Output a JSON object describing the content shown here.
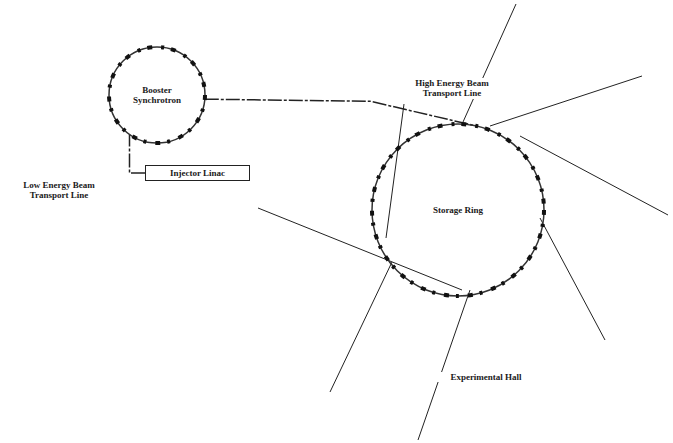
{
  "diagram": {
    "nodes": [
      {
        "text": [
          "Booster Synchrotron"
        ]
      },
      {
        "text": [
          "Storage Ring"
        ]
      },
      {
        "text": [
          "Injector Linac"
        ]
      }
    ],
    "edges": [
      {
        "from": 2,
        "to": 0,
        "arrow": "none"
      },
      {
        "from": 0,
        "to": 1,
        "arrow": "none"
      }
    ],
    "labels": [
      "Low Energy Beam Transport Line",
      "High Energy Beam Transport Line",
      "Experimental Hall"
    ]
  }
}
